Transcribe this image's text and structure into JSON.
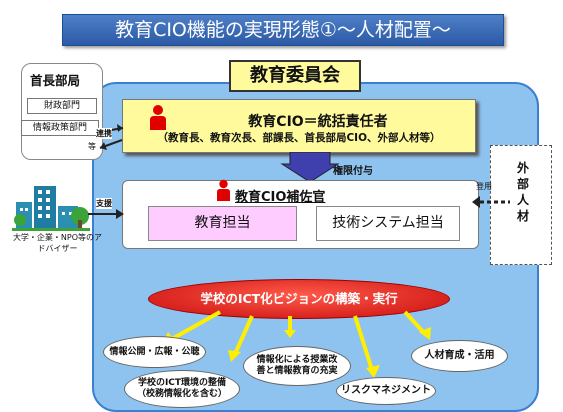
{
  "title": "教育CIO機能の実現形態①～人材配置～",
  "board": "教育委員会",
  "cio": {
    "title": "教育CIO＝統括責任者",
    "subtitle": "（教育長、教育次長、部課長、首長部局CIO、外部人材等）"
  },
  "authority": "権限付与",
  "aide": {
    "title": "教育CIO補佐官",
    "edu": "教育担当",
    "tech": "技術システム担当"
  },
  "mayor": {
    "title": "首長部局",
    "finance": "財政部門",
    "info_policy": "情報政策部門",
    "etc": "等"
  },
  "cooperation": "連携",
  "support": "支援",
  "advisors": "大学・企業・NPO等のアドバイザー",
  "appoint": "登用",
  "external": "外部人材",
  "vision": "学校のICT化ビジョンの構築・実行",
  "outcomes": {
    "pr": "情報公開・広報・公聴",
    "lessons": "情報化による授業改善と情報教育の充実",
    "hr": "人材育成・活用",
    "env_line1": "学校のICT環境の整備",
    "env_line2": "（校務情報化を含む）",
    "risk": "リスクマネジメント"
  }
}
